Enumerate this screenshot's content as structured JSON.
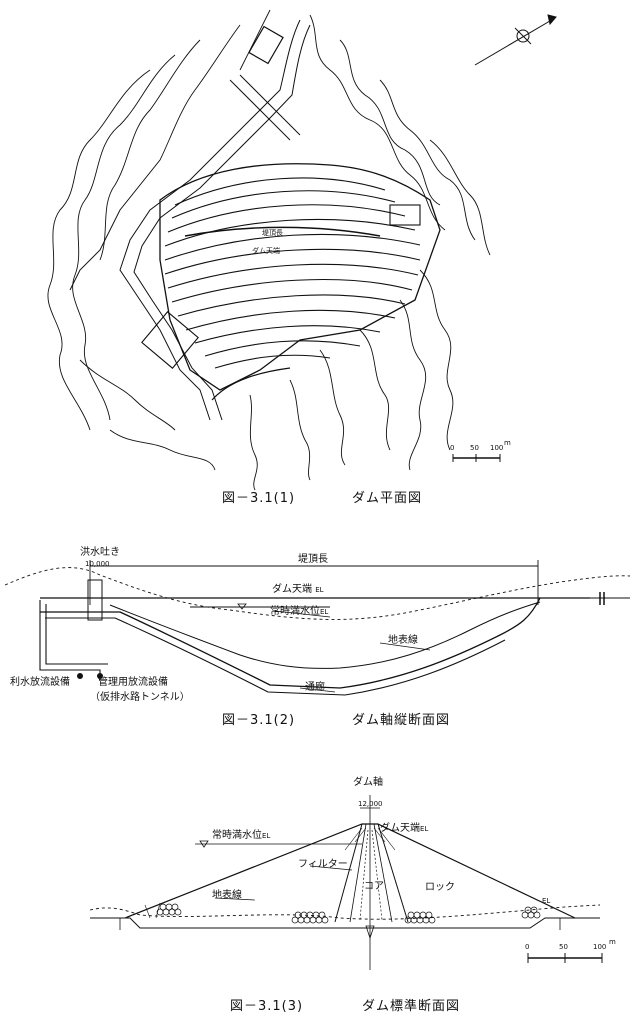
{
  "figure1": {
    "caption_no": "図－3.1(1)",
    "caption_title": "ダム平面図",
    "label_crest_length": "堤頂長",
    "label_crest": "ダム天端",
    "scale": {
      "zero": "0",
      "mid": "50",
      "max": "100",
      "unit": "m"
    }
  },
  "figure2": {
    "caption_no": "図－3.1(2)",
    "caption_title": "ダム軸縦断面図",
    "label_spillway": "洪水吐き",
    "label_spillway_width": "10,000",
    "label_crest_length": "堤頂長",
    "label_crest": "ダム天端",
    "label_crest_el": "EL",
    "label_water_level": "常時満水位",
    "label_water_level_el": "EL",
    "label_ground": "地表線",
    "label_gallery": "通廊",
    "label_irrigation": "利水放流設備",
    "label_management": "管理用放流設備",
    "label_tunnel": "（仮排水路トンネル）"
  },
  "figure3": {
    "caption_no": "図－3.1(3)",
    "caption_title": "ダム標準断面図",
    "label_axis": "ダム軸",
    "label_width": "12,000",
    "label_crest": "ダム天端",
    "label_crest_el": "EL",
    "label_water_level": "常時満水位",
    "label_water_level_el": "EL",
    "label_filter": "フィルター",
    "label_core": "コア",
    "label_rock": "ロック",
    "label_ground": "地表線",
    "label_el": "EL",
    "scale": {
      "zero": "0",
      "mid": "50",
      "max": "100",
      "unit": "m"
    }
  }
}
